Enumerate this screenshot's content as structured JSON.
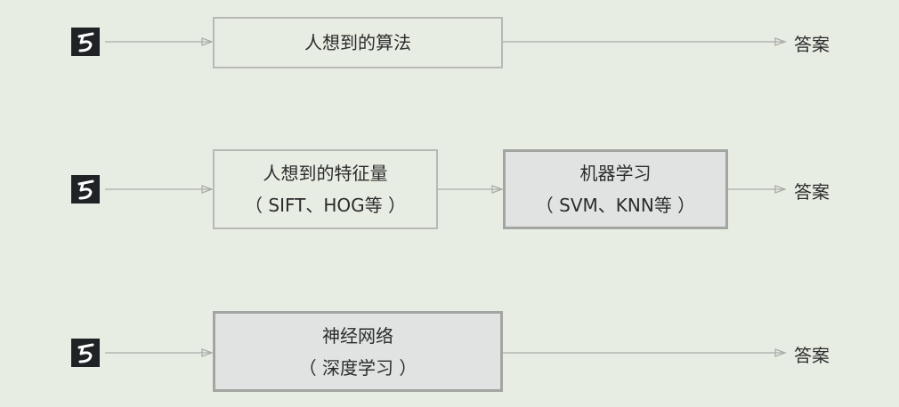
{
  "rows": [
    {
      "input_icon": "handwritten-digit-5-icon",
      "boxes": [
        {
          "lines": [
            "人想到的算法"
          ],
          "style": "light"
        }
      ],
      "output": "答案"
    },
    {
      "input_icon": "handwritten-digit-5-icon",
      "boxes": [
        {
          "lines": [
            "人想到的特征量",
            "（ SIFT、HOG等 ）"
          ],
          "style": "light"
        },
        {
          "lines": [
            "机器学习",
            "（ SVM、KNN等 ）"
          ],
          "style": "dark"
        }
      ],
      "output": "答案"
    },
    {
      "input_icon": "handwritten-digit-5-icon",
      "boxes": [
        {
          "lines": [
            "神经网络",
            "（ 深度学习 ）"
          ],
          "style": "dark"
        }
      ],
      "output": "答案"
    }
  ],
  "colors": {
    "background": "#e8ede3",
    "arrow": "#a9aba7",
    "light_box_border": "#b7b9b5",
    "dark_box_border": "#a3a5a2",
    "dark_box_fill": "#e1e3e3",
    "icon_background": "#1f2326",
    "text": "#2b2b2b"
  }
}
